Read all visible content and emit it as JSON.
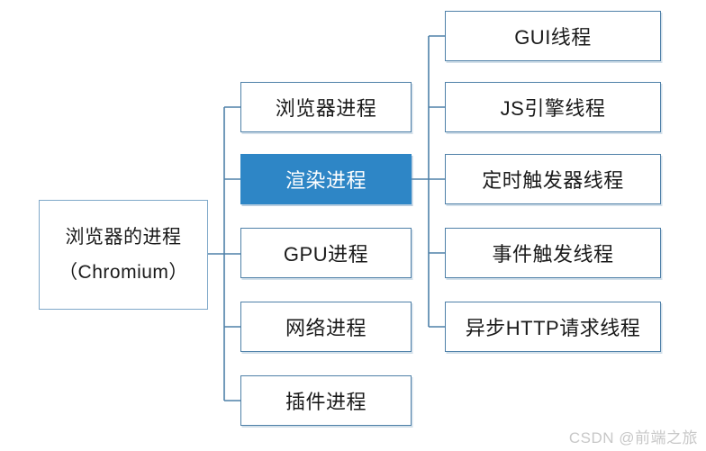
{
  "diagram": {
    "root": {
      "line1": "浏览器的进程",
      "line2": "（Chromium）"
    },
    "processes": [
      {
        "label": "浏览器进程",
        "highlighted": false
      },
      {
        "label": "渲染进程",
        "highlighted": true
      },
      {
        "label": "GPU进程",
        "highlighted": false
      },
      {
        "label": "网络进程",
        "highlighted": false
      },
      {
        "label": "插件进程",
        "highlighted": false
      }
    ],
    "threads": [
      {
        "label": "GUI线程"
      },
      {
        "label": "JS引擎线程"
      },
      {
        "label": "定时触发器线程"
      },
      {
        "label": "事件触发线程"
      },
      {
        "label": "异步HTTP请求线程"
      }
    ]
  },
  "watermark": {
    "text": "CSDN @前端之旅"
  },
  "colors": {
    "bg": "#FFFFFF",
    "line": "#4E80A8",
    "node-border": "#4E80A8",
    "root-border": "#7FA8C9",
    "text": "#1A1A1A",
    "highlight-fill": "#2E86C6",
    "highlight-text": "#FFFFFF",
    "watermark-color": "#C8C8C8"
  }
}
